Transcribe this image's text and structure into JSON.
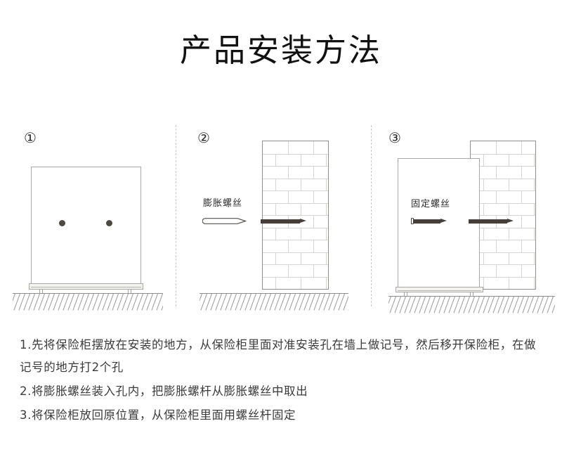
{
  "page": {
    "title": "产品安装方法",
    "background_color": "#ffffff",
    "title_color": "#111111"
  },
  "steps": [
    {
      "badge": "①",
      "caption": "",
      "has_safe": true,
      "has_wall": false,
      "holes": 2
    },
    {
      "badge": "②",
      "bolt_label": "膨胀螺丝",
      "has_safe": false,
      "has_wall": true
    },
    {
      "badge": "③",
      "bolt_label": "固定螺丝",
      "has_safe": true,
      "has_wall": true
    }
  ],
  "instructions": {
    "line1": "1.先将保险柜摆放在安装的地方，从保险柜里面对准安装孔在墙上做记号，然后移开保险柜，在做记号的地方打2个孔",
    "line2": "2.将膨胀螺丝装入孔内，把膨胀螺杆从膨胀螺丝中取出",
    "line3": "3.将保险柜放回原位置，从保险柜里面用螺丝杆固定"
  },
  "colors": {
    "outline": "#a8a8a2",
    "wall_outline": "#8f8f89",
    "mortar": "#d5d5d0",
    "bolt": "#463f39",
    "hole": "#4e4842",
    "ground": "#9a9a9a",
    "divider": "#c9c9c9"
  }
}
